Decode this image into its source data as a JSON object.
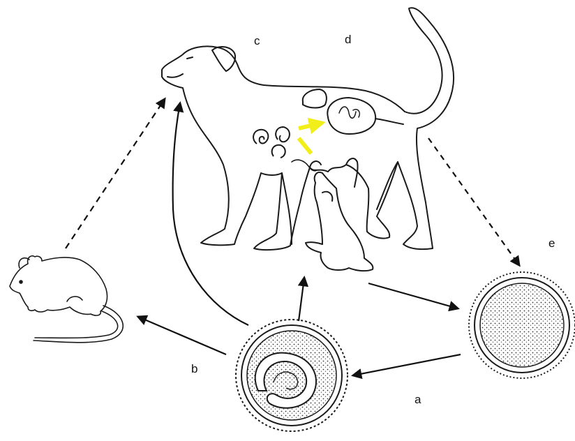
{
  "labels": {
    "a": "a",
    "b": "b",
    "c": "c",
    "d": "d",
    "e": "e"
  },
  "colors": {
    "line": "#1a1a1a",
    "highlight_arrow": "#f2ee1a",
    "background": "#ffffff"
  },
  "icons": {
    "dog": "dog-with-puppies-icon",
    "rodent": "rat-paratenic-host-icon",
    "egg_embryonated": "embryonated-egg-icon",
    "egg_unembryonated": "unembryonated-egg-icon",
    "larvae": "larvae-coil-icon"
  }
}
